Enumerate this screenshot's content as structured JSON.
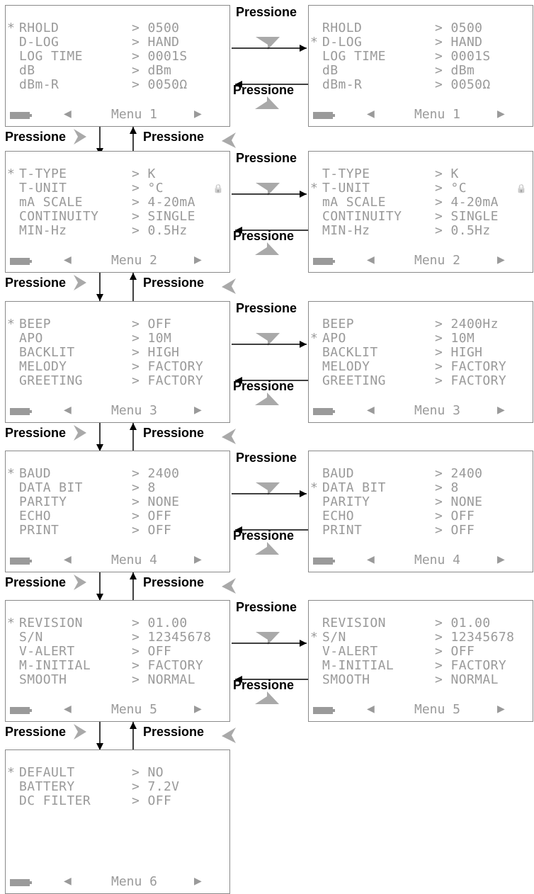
{
  "action_label": "Pressione",
  "screen_icons": {
    "battery": "battery-icon",
    "prev": "left-arrow-icon",
    "next": "right-arrow-icon",
    "lock": "lock-icon"
  },
  "nav_arrow_color": "#a9a9a9",
  "menus": [
    {
      "name": "Menu 1",
      "left_rows": [
        {
          "mark": "*",
          "label": "RHOLD",
          "value": "> 0500"
        },
        {
          "mark": "",
          "label": "D-LOG",
          "value": "> HAND"
        },
        {
          "mark": "",
          "label": "LOG TIME",
          "value": "> 0001S"
        },
        {
          "mark": "",
          "label": "dB",
          "value": "> dBm"
        },
        {
          "mark": "",
          "label": "dBm-R",
          "value": "> 0050Ω"
        }
      ],
      "right_rows": [
        {
          "mark": "",
          "label": "RHOLD",
          "value": "> 0500"
        },
        {
          "mark": "*",
          "label": "D-LOG",
          "value": "> HAND"
        },
        {
          "mark": "",
          "label": "LOG TIME",
          "value": "> 0001S"
        },
        {
          "mark": "",
          "label": "dB",
          "value": "> dBm"
        },
        {
          "mark": "",
          "label": "dBm-R",
          "value": "> 0050Ω"
        }
      ]
    },
    {
      "name": "Menu 2",
      "left_rows": [
        {
          "mark": "*",
          "label": "T-TYPE",
          "value": "> K"
        },
        {
          "mark": "",
          "label": "T-UNIT",
          "value": "> °C",
          "lock": true
        },
        {
          "mark": "",
          "label": "mA SCALE",
          "value": "> 4-20mA"
        },
        {
          "mark": "",
          "label": "CONTINUITY",
          "value": "> SINGLE"
        },
        {
          "mark": "",
          "label": "MIN-Hz",
          "value": "> 0.5Hz"
        }
      ],
      "right_rows": [
        {
          "mark": "",
          "label": "T-TYPE",
          "value": "> K"
        },
        {
          "mark": "*",
          "label": "T-UNIT",
          "value": "> °C",
          "lock": true
        },
        {
          "mark": "",
          "label": "mA SCALE",
          "value": "> 4-20mA"
        },
        {
          "mark": "",
          "label": "CONTINUITY",
          "value": "> SINGLE"
        },
        {
          "mark": "",
          "label": "MIN-Hz",
          "value": "> 0.5Hz"
        }
      ]
    },
    {
      "name": "Menu 3",
      "left_rows": [
        {
          "mark": "*",
          "label": "BEEP",
          "value": "> OFF"
        },
        {
          "mark": "",
          "label": "APO",
          "value": "> 10M"
        },
        {
          "mark": "",
          "label": "BACKLIT",
          "value": "> HIGH"
        },
        {
          "mark": "",
          "label": "MELODY",
          "value": "> FACTORY"
        },
        {
          "mark": "",
          "label": "GREETING",
          "value": "> FACTORY"
        }
      ],
      "right_rows": [
        {
          "mark": "",
          "label": "BEEP",
          "value": "> 2400Hz"
        },
        {
          "mark": "*",
          "label": "APO",
          "value": "> 10M"
        },
        {
          "mark": "",
          "label": "BACKLIT",
          "value": "> HIGH"
        },
        {
          "mark": "",
          "label": "MELODY",
          "value": "> FACTORY"
        },
        {
          "mark": "",
          "label": "GREETING",
          "value": "> FACTORY"
        }
      ]
    },
    {
      "name": "Menu 4",
      "left_rows": [
        {
          "mark": "*",
          "label": "BAUD",
          "value": "> 2400"
        },
        {
          "mark": "",
          "label": "DATA BIT",
          "value": "> 8"
        },
        {
          "mark": "",
          "label": "PARITY",
          "value": "> NONE"
        },
        {
          "mark": "",
          "label": "ECHO",
          "value": "> OFF"
        },
        {
          "mark": "",
          "label": "PRINT",
          "value": "> OFF"
        }
      ],
      "right_rows": [
        {
          "mark": "",
          "label": "BAUD",
          "value": "> 2400"
        },
        {
          "mark": "*",
          "label": "DATA BIT",
          "value": "> 8"
        },
        {
          "mark": "",
          "label": "PARITY",
          "value": "> NONE"
        },
        {
          "mark": "",
          "label": "ECHO",
          "value": "> OFF"
        },
        {
          "mark": "",
          "label": "PRINT",
          "value": "> OFF"
        }
      ]
    },
    {
      "name": "Menu 5",
      "left_rows": [
        {
          "mark": "*",
          "label": "REVISION",
          "value": "> 01.00"
        },
        {
          "mark": "",
          "label": "S/N",
          "value": "> 12345678"
        },
        {
          "mark": "",
          "label": "V-ALERT",
          "value": "> OFF"
        },
        {
          "mark": "",
          "label": "M-INITIAL",
          "value": "> FACTORY"
        },
        {
          "mark": "",
          "label": "SMOOTH",
          "value": "> NORMAL"
        }
      ],
      "right_rows": [
        {
          "mark": "",
          "label": "REVISION",
          "value": "> 01.00"
        },
        {
          "mark": "*",
          "label": "S/N",
          "value": "> 12345678"
        },
        {
          "mark": "",
          "label": "V-ALERT",
          "value": "> OFF"
        },
        {
          "mark": "",
          "label": "M-INITIAL",
          "value": "> FACTORY"
        },
        {
          "mark": "",
          "label": "SMOOTH",
          "value": "> NORMAL"
        }
      ]
    },
    {
      "name": "Menu 6",
      "left_rows": [
        {
          "mark": "*",
          "label": "DEFAULT",
          "value": "> NO"
        },
        {
          "mark": "",
          "label": "BATTERY",
          "value": "> 7.2V"
        },
        {
          "mark": "",
          "label": "DC FILTER",
          "value": "> OFF"
        }
      ]
    }
  ]
}
